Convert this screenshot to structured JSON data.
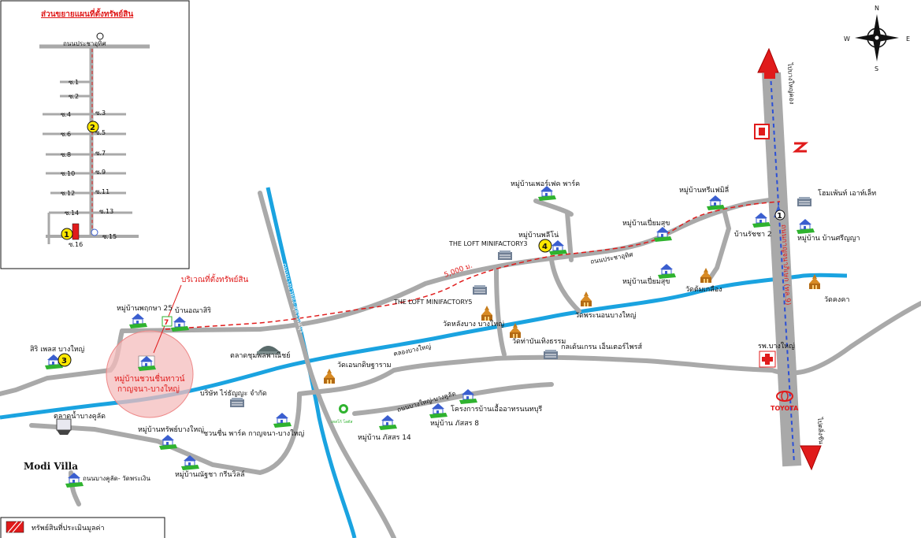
{
  "colors": {
    "road": "#a9a9a9",
    "river": "#1aa3e0",
    "route": "#e01b1b",
    "highway_stripe": "#2b4fd6",
    "icon_house_roof": "#3a5ecf",
    "icon_house_base": "#2fb32f",
    "circle_fill": "#f4bcbc",
    "badge": "#ffe800"
  },
  "inset": {
    "title": "ส่วนขยายแผนที่ตั้งทรัพย์สิน",
    "road_top": "ถนนประชาอุทิศ",
    "side_road": "ซ.16",
    "sois_left": [
      "ซ.1",
      "ซ.2",
      "ซ.4",
      "ซ.6",
      "ซ.8",
      "ซ.10",
      "ซ.12",
      "ซ.14",
      "ซ.16"
    ],
    "sois_right": [
      "ซ.3",
      "ซ.5",
      "ซ.7",
      "ซ.9",
      "ซ.11",
      "ซ.13",
      "ซ.15"
    ],
    "badge_1": "1",
    "badge_2": "2"
  },
  "compass": {
    "n": "N",
    "s": "S",
    "e": "E",
    "w": "W"
  },
  "highway": {
    "name": "ถนนกาญจนาภิเษก (ทล.9)",
    "north_label": "ไปบางใหญ่คอง",
    "south_label": "ไปตลิ่งชัน"
  },
  "roads": {
    "pracha_uthit": "ถนนประชาอุทิศ",
    "bang_bua_thong": "ถนนบางบัวทอง-สุพรรณบุรี",
    "bangyai_bangkulat": "ถนนบางใหญ่-บางคูลัด",
    "bangkulat_watphrangoen": "ถนนบางคูลัด- วัดพระเงิน",
    "khlong_bangyai": "คลองบางใหญ่"
  },
  "distance": "5,000 ม.",
  "subject": {
    "label_line1": "หมู่บ้านชวนชื่นทาวน์",
    "label_line2": "กาญจนา-บางใหญ่",
    "pointer": "บริเวณที่ตั้งทรัพย์สิน"
  },
  "places": [
    {
      "id": "p1",
      "text": "หมู่บ้านเพอร์เฟค พาร์ค"
    },
    {
      "id": "p2",
      "text": "หมู่บ้านพฤกษา 25"
    },
    {
      "id": "p3",
      "text": "บ้านอณาสิริ"
    },
    {
      "id": "p4",
      "text": "สิริ เพลส บางใหญ่"
    },
    {
      "id": "p5",
      "text": "ตลาดชุมพลพาณิชย์"
    },
    {
      "id": "p6",
      "text": "วัดเอนกดิษฐาราม"
    },
    {
      "id": "p7",
      "text": "บริษัท ไร่ธัญญะ จำกัด"
    },
    {
      "id": "p8",
      "text": "หมู่บ้านทรัพย์บางใหญ่"
    },
    {
      "id": "p9",
      "text": "ชวนชื่น พาร์ค กาญจนา-บางใหญ่"
    },
    {
      "id": "p10",
      "text": "หมู่บ้านณัฐชา กรีนวิลล์"
    },
    {
      "id": "p11",
      "text": "ตลาดน้ำบางคูลัด"
    },
    {
      "id": "p12",
      "text": "Modi Villa"
    },
    {
      "id": "p13",
      "text": "THE LOFT MINIFACTORY3"
    },
    {
      "id": "p14",
      "text": "หมู่บ้านพลีโน่"
    },
    {
      "id": "p15",
      "text": "THE LOFT MINIFACTORY5"
    },
    {
      "id": "p16",
      "text": "วัดหลังบาง บางใหญ่"
    },
    {
      "id": "p17",
      "text": "วัดท่าบันเทิงธรรม"
    },
    {
      "id": "p18",
      "text": "เทสโก้ โลตัส"
    },
    {
      "id": "p19",
      "text": "กลเด้นเกรน เอ็นเตอร์ไพรส์"
    },
    {
      "id": "p20",
      "text": "วัดพระนอนบางใหญ่"
    },
    {
      "id": "p21",
      "text": "หมู่บ้านเปี่ยมสุข"
    },
    {
      "id": "p22",
      "text": "หมู่บ้านเปี่ยมสุข"
    },
    {
      "id": "p23",
      "text": "หมู่บ้านทรีแฟมิลี่"
    },
    {
      "id": "p24",
      "text": "บ้านรัชชา 2"
    },
    {
      "id": "p25",
      "text": "โฮมเพ้นท์ เอาท์เล็ท"
    },
    {
      "id": "p26",
      "text": "หมู่บ้าน บ้านศรีญญา"
    },
    {
      "id": "p27",
      "text": "วัดต้มเกลือง"
    },
    {
      "id": "p28",
      "text": "วัดคงคา"
    },
    {
      "id": "p29",
      "text": "รพ.บางใหญ่"
    },
    {
      "id": "p30",
      "text": "โครงการบ้านเอื้ออาทรนนทบุรี"
    },
    {
      "id": "p31",
      "text": "หมู่บ้าน ภัสสร 8"
    },
    {
      "id": "p32",
      "text": "หมู่บ้าน ภัสสร 14"
    },
    {
      "id": "p33",
      "text": "TOYOTA"
    }
  ],
  "badges": {
    "b1": "1",
    "b3": "3",
    "b4": "4"
  },
  "legend": {
    "text": "ทรัพย์สินที่ประเมินมูลค่า"
  }
}
